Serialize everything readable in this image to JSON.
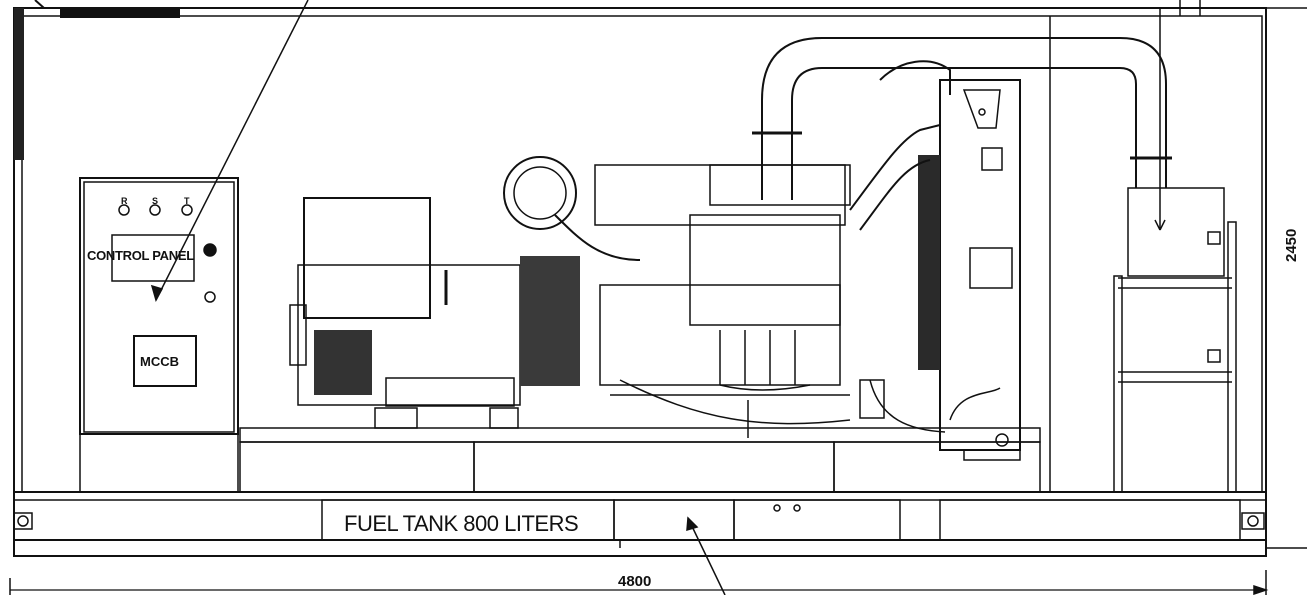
{
  "labels": {
    "control_panel": "CONTROL PANEL",
    "mccb": "MCCB",
    "fuel_tank": "FUEL TANK 800 LITERS",
    "length": "4800",
    "height": "2450"
  },
  "phases": [
    "R",
    "S",
    "T"
  ],
  "colors": {
    "line": "#111111",
    "radiator_core": "#2a2a2a",
    "background": "#ffffff"
  }
}
